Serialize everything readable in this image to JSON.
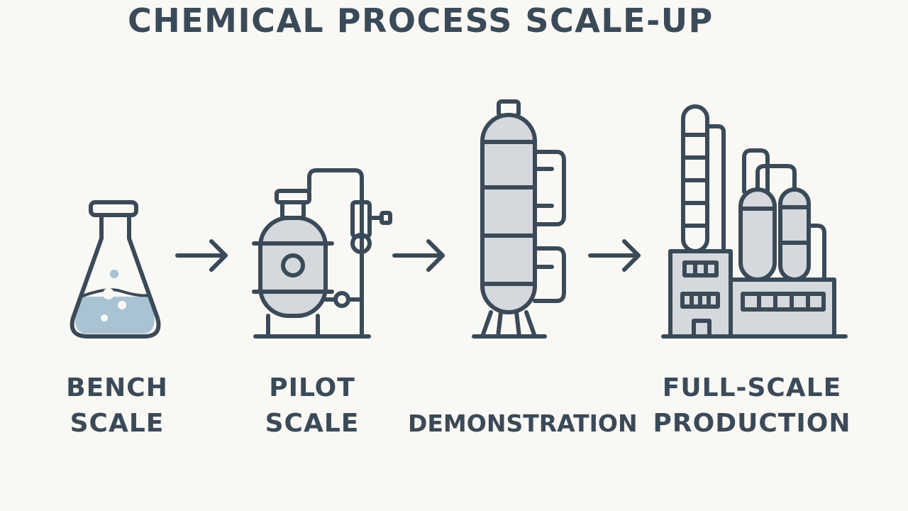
{
  "title": "CHEMICAL PROCESS SCALE-UP",
  "stages": [
    {
      "line1": "BENCH",
      "line2": "SCALE",
      "icon": "flask-icon"
    },
    {
      "line1": "PILOT",
      "line2": "SCALE",
      "icon": "pilot-reactor-icon"
    },
    {
      "line1": "",
      "line2": "DEMONSTRATION",
      "icon": "column-vessel-icon"
    },
    {
      "line1": "FULL-SCALE",
      "line2": "PRODUCTION",
      "icon": "factory-icon"
    }
  ],
  "colors": {
    "stroke": "#3b4a58",
    "fill_gray": "#d5d8dc",
    "liquid_blue": "#a9c3d3",
    "background": "#faf8f4"
  }
}
